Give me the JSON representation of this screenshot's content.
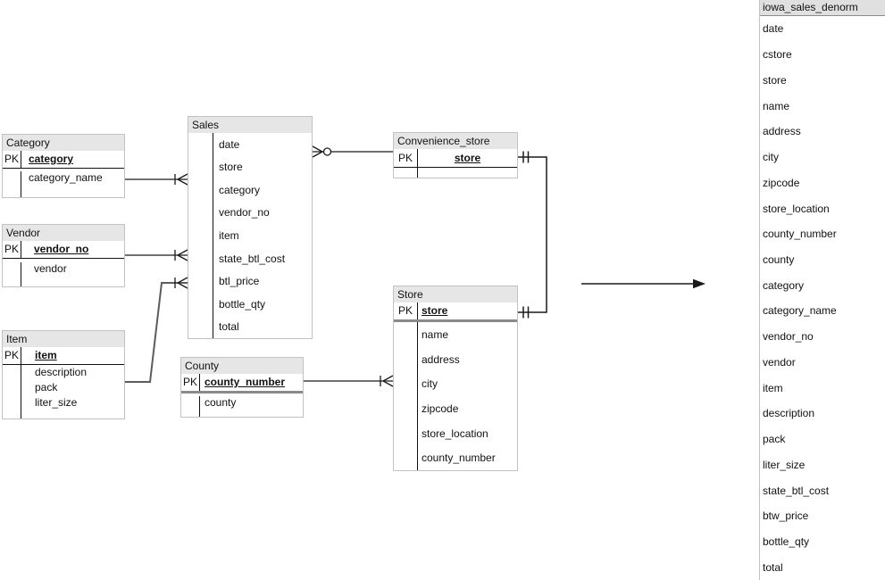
{
  "diagram": {
    "pk_label": "PK",
    "colors": {
      "header_bg": "#e6e6e6",
      "denorm_header_bg": "#e0e0e0",
      "box_border": "#c2c2c2",
      "line": "#1a1a1a",
      "thick_line": "#5c5c5c"
    },
    "category": {
      "title": "Category",
      "pk": "category",
      "attrs": [
        "category_name"
      ]
    },
    "vendor": {
      "title": "Vendor",
      "pk": "vendor_no",
      "attrs": [
        "vendor"
      ]
    },
    "item": {
      "title": "Item",
      "pk": "item",
      "attrs": [
        "description",
        "pack",
        "liter_size"
      ]
    },
    "sales": {
      "title": "Sales",
      "attrs": [
        "date",
        "store",
        "category",
        "vendor_no",
        "item",
        "state_btl_cost",
        "btl_price",
        "bottle_qty",
        "total"
      ]
    },
    "county": {
      "title": "County",
      "pk": "county_number",
      "attrs": [
        "county"
      ]
    },
    "convenience_store": {
      "title": "Convenience_store",
      "pk": "store"
    },
    "store": {
      "title": "Store",
      "pk": "store",
      "attrs": [
        "name",
        "address",
        "city",
        "zipcode",
        "store_location",
        "county_number"
      ]
    },
    "denorm": {
      "title": "iowa_sales_denorm",
      "fields": [
        "date",
        "cstore",
        "store",
        "name",
        "address",
        "city",
        "zipcode",
        "store_location",
        "county_number",
        "county",
        "category",
        "category_name",
        "vendor_no",
        "vendor",
        "item",
        "description",
        "pack",
        "liter_size",
        "state_btl_cost",
        "btw_price",
        "bottle_qty",
        "total"
      ]
    }
  }
}
